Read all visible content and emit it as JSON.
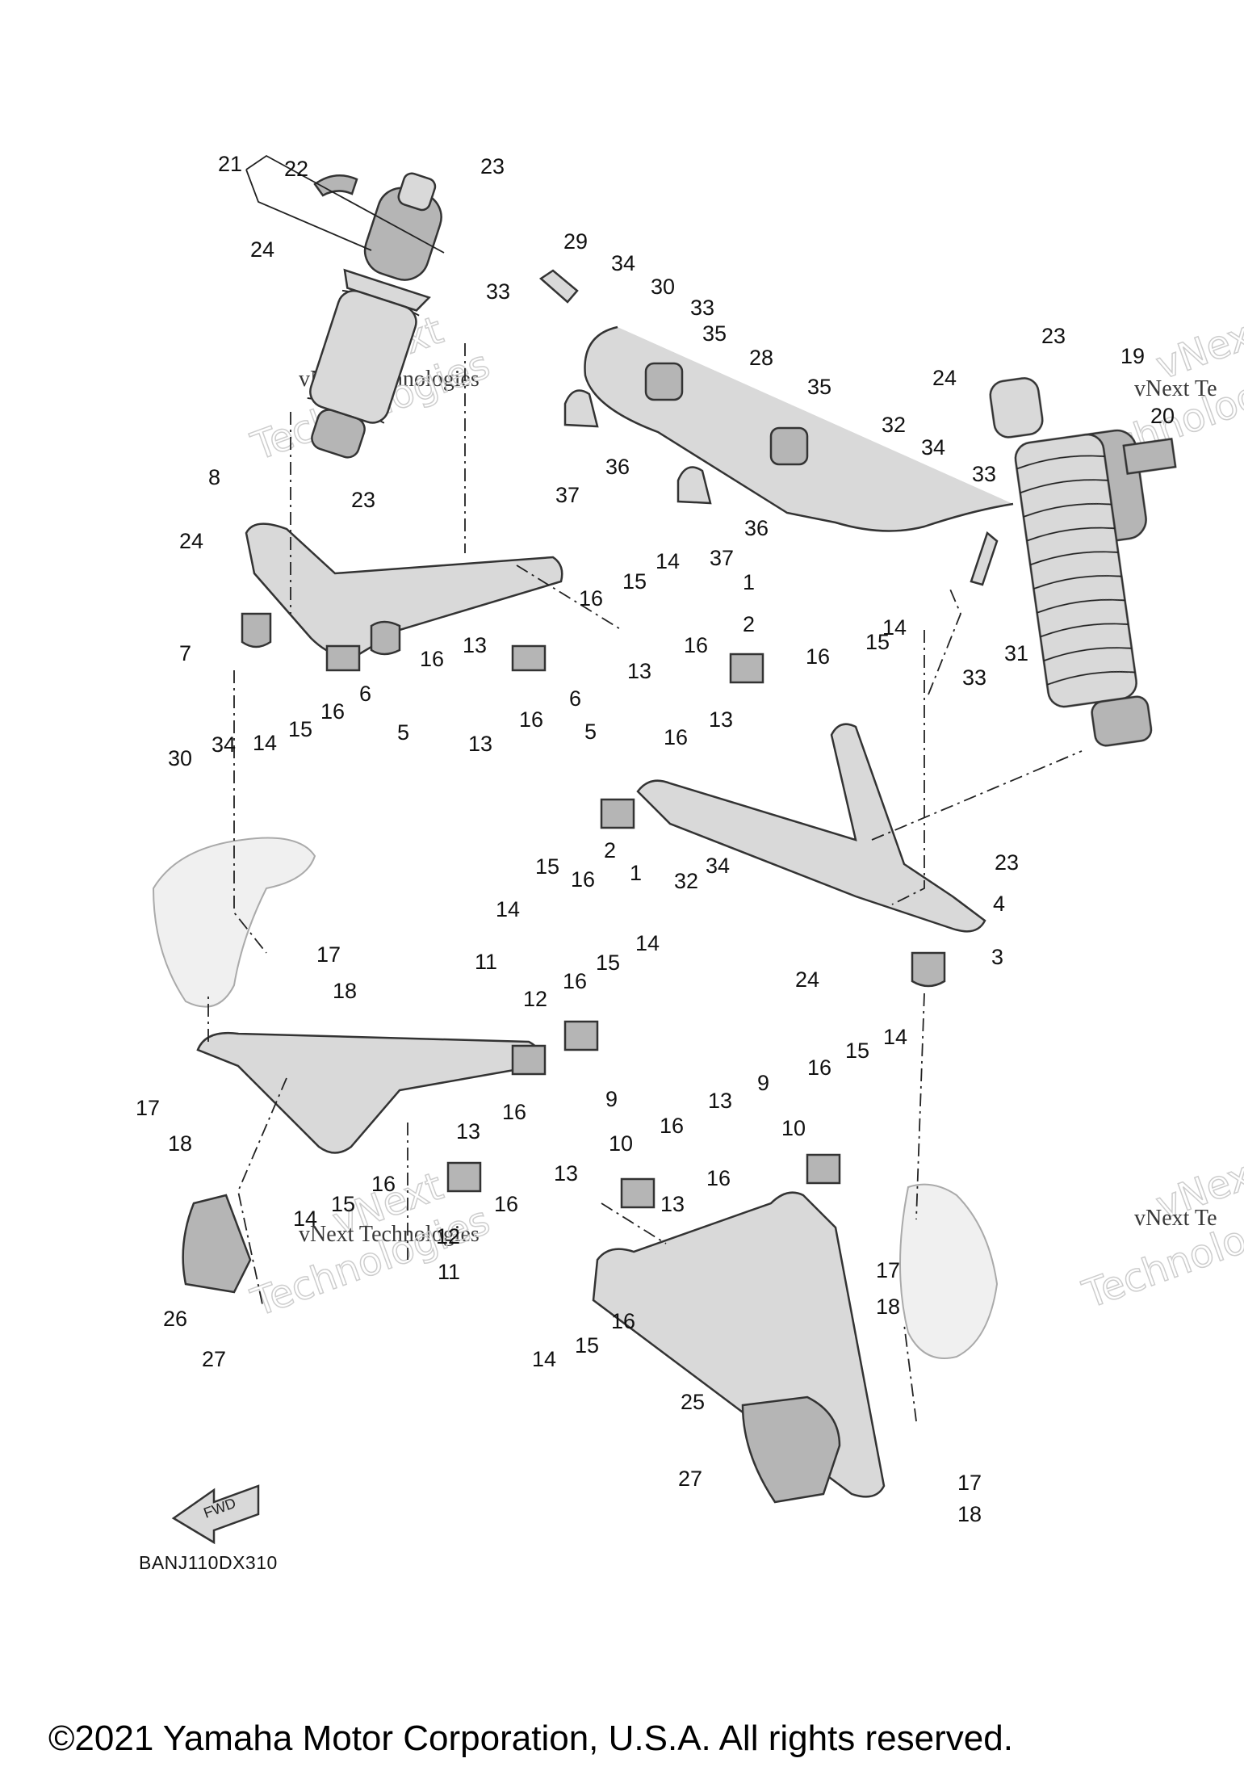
{
  "diagram": {
    "code": "BANJ110DX310",
    "copyright": "©2021 Yamaha Motor Corporation, U.S.A. All rights reserved.",
    "fwd_label": "FWD",
    "watermark_line1": "vNext Technologies",
    "watermark_line2": "Technologies",
    "watermark_big": "vNext",
    "watermark_cut": "vNext Te",
    "callouts": [
      {
        "id": "c21",
        "text": "21"
      },
      {
        "id": "c22",
        "text": "22"
      },
      {
        "id": "c23a",
        "text": "23"
      },
      {
        "id": "c24a",
        "text": "24"
      },
      {
        "id": "c29",
        "text": "29"
      },
      {
        "id": "c33a",
        "text": "33"
      },
      {
        "id": "c34a",
        "text": "34"
      },
      {
        "id": "c30a",
        "text": "30"
      },
      {
        "id": "c33b",
        "text": "33"
      },
      {
        "id": "c35a",
        "text": "35"
      },
      {
        "id": "c28",
        "text": "28"
      },
      {
        "id": "c35b",
        "text": "35"
      },
      {
        "id": "c23b",
        "text": "23"
      },
      {
        "id": "c19",
        "text": "19"
      },
      {
        "id": "c20",
        "text": "20"
      },
      {
        "id": "c24b",
        "text": "24"
      },
      {
        "id": "c32a",
        "text": "32"
      },
      {
        "id": "c34b",
        "text": "34"
      },
      {
        "id": "c33c",
        "text": "33"
      },
      {
        "id": "c36a",
        "text": "36"
      },
      {
        "id": "c37a",
        "text": "37"
      },
      {
        "id": "c36b",
        "text": "36"
      },
      {
        "id": "c37b",
        "text": "37"
      },
      {
        "id": "c8",
        "text": "8"
      },
      {
        "id": "c23c",
        "text": "23"
      },
      {
        "id": "c24c",
        "text": "24"
      },
      {
        "id": "c14a",
        "text": "14"
      },
      {
        "id": "c15a",
        "text": "15"
      },
      {
        "id": "c16a",
        "text": "16"
      },
      {
        "id": "c16b",
        "text": "16"
      },
      {
        "id": "c13a",
        "text": "13"
      },
      {
        "id": "c7",
        "text": "7"
      },
      {
        "id": "c6a",
        "text": "6"
      },
      {
        "id": "c16c",
        "text": "16"
      },
      {
        "id": "c15b",
        "text": "15"
      },
      {
        "id": "c14b",
        "text": "14"
      },
      {
        "id": "c34c",
        "text": "34"
      },
      {
        "id": "c30b",
        "text": "30"
      },
      {
        "id": "c5a",
        "text": "5"
      },
      {
        "id": "c13b",
        "text": "13"
      },
      {
        "id": "c16d",
        "text": "16"
      },
      {
        "id": "c6b",
        "text": "6"
      },
      {
        "id": "c5b",
        "text": "5"
      },
      {
        "id": "c1a",
        "text": "1"
      },
      {
        "id": "c2a",
        "text": "2"
      },
      {
        "id": "c16e",
        "text": "16"
      },
      {
        "id": "c16f",
        "text": "16"
      },
      {
        "id": "c15c",
        "text": "15"
      },
      {
        "id": "c14c",
        "text": "14"
      },
      {
        "id": "c13c",
        "text": "13"
      },
      {
        "id": "c13d",
        "text": "13"
      },
      {
        "id": "c16g",
        "text": "16"
      },
      {
        "id": "c33d",
        "text": "33"
      },
      {
        "id": "c31",
        "text": "31"
      },
      {
        "id": "c2b",
        "text": "2"
      },
      {
        "id": "c16h",
        "text": "16"
      },
      {
        "id": "c15d",
        "text": "15"
      },
      {
        "id": "c14d",
        "text": "14"
      },
      {
        "id": "c1b",
        "text": "1"
      },
      {
        "id": "c32b",
        "text": "32"
      },
      {
        "id": "c34d",
        "text": "34"
      },
      {
        "id": "c23d",
        "text": "23"
      },
      {
        "id": "c4",
        "text": "4"
      },
      {
        "id": "c3",
        "text": "3"
      },
      {
        "id": "c24d",
        "text": "24"
      },
      {
        "id": "c17a",
        "text": "17"
      },
      {
        "id": "c18a",
        "text": "18"
      },
      {
        "id": "c11a",
        "text": "11"
      },
      {
        "id": "c12a",
        "text": "12"
      },
      {
        "id": "c16i",
        "text": "16"
      },
      {
        "id": "c15e",
        "text": "15"
      },
      {
        "id": "c14e",
        "text": "14"
      },
      {
        "id": "c17b",
        "text": "17"
      },
      {
        "id": "c18b",
        "text": "18"
      },
      {
        "id": "c13e",
        "text": "13"
      },
      {
        "id": "c16j",
        "text": "16"
      },
      {
        "id": "c13f",
        "text": "13"
      },
      {
        "id": "c16k",
        "text": "16"
      },
      {
        "id": "c15f",
        "text": "15"
      },
      {
        "id": "c14f",
        "text": "14"
      },
      {
        "id": "c12b",
        "text": "12"
      },
      {
        "id": "c16l",
        "text": "16"
      },
      {
        "id": "c11b",
        "text": "11"
      },
      {
        "id": "c9a",
        "text": "9"
      },
      {
        "id": "c10a",
        "text": "10"
      },
      {
        "id": "c16m",
        "text": "16"
      },
      {
        "id": "c13g",
        "text": "13"
      },
      {
        "id": "c9b",
        "text": "9"
      },
      {
        "id": "c10b",
        "text": "10"
      },
      {
        "id": "c16n",
        "text": "16"
      },
      {
        "id": "c15g",
        "text": "15"
      },
      {
        "id": "c14g",
        "text": "14"
      },
      {
        "id": "c13h",
        "text": "13"
      },
      {
        "id": "c16o",
        "text": "16"
      },
      {
        "id": "c17c",
        "text": "17"
      },
      {
        "id": "c18c",
        "text": "18"
      },
      {
        "id": "c26",
        "text": "26"
      },
      {
        "id": "c27a",
        "text": "27"
      },
      {
        "id": "c16p",
        "text": "16"
      },
      {
        "id": "c15h",
        "text": "15"
      },
      {
        "id": "c14h",
        "text": "14"
      },
      {
        "id": "c25",
        "text": "25"
      },
      {
        "id": "c27b",
        "text": "27"
      },
      {
        "id": "c17d",
        "text": "17"
      },
      {
        "id": "c18d",
        "text": "18"
      }
    ]
  }
}
